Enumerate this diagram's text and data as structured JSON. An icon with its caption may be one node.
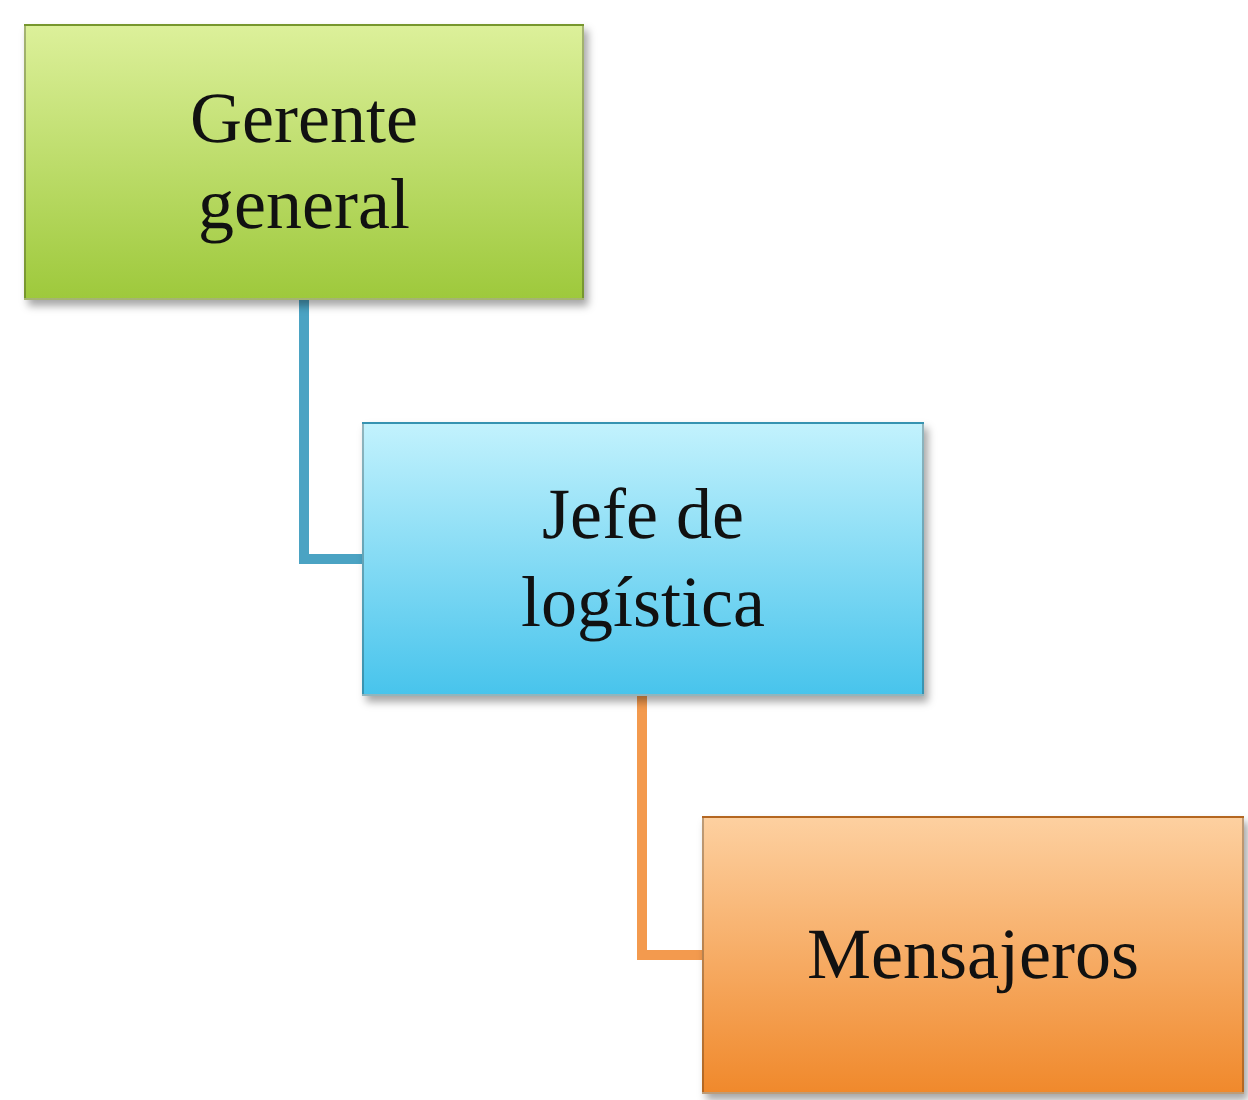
{
  "diagram": {
    "nodes": [
      {
        "text": [
          "Gerente general"
        ]
      },
      {
        "text": [
          "Jefe de logística"
        ]
      },
      {
        "text": [
          "Mensajeros"
        ]
      }
    ],
    "edges": [
      {
        "from": 0,
        "to": 1,
        "arrow": "none",
        "color": "#4ba3c3"
      },
      {
        "from": 1,
        "to": 2,
        "arrow": "none",
        "color": "#f39a4e"
      }
    ]
  }
}
